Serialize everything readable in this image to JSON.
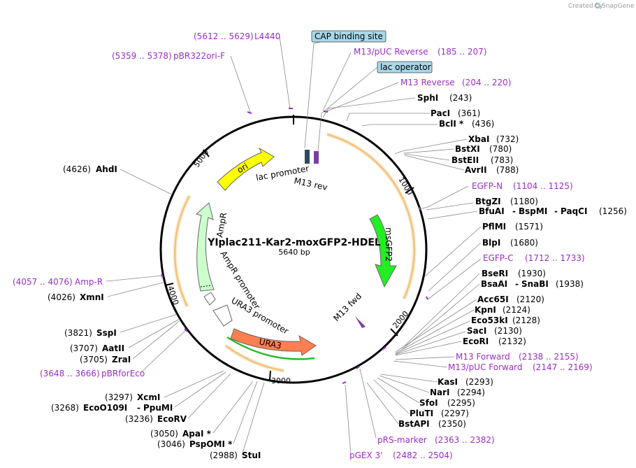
{
  "credit": "Created by",
  "credit_brand": "SnapGene",
  "plasmid": {
    "name": "YIplac211-Kar2-moxGFP2-HDEL",
    "size": "5640 bp"
  },
  "ticks": [
    "1000",
    "2000",
    "3000",
    "4000",
    "5000"
  ],
  "enzymes": [
    {
      "id": "sphi",
      "name": "SphI",
      "pos": "(243)"
    },
    {
      "id": "paci",
      "name": "PacI",
      "pos": "(361)"
    },
    {
      "id": "bcli",
      "name": "BclI *",
      "pos": "(436)"
    },
    {
      "id": "xbai",
      "name": "XbaI",
      "pos": "(732)"
    },
    {
      "id": "bstxi",
      "name": "BstXI",
      "pos": "(780)"
    },
    {
      "id": "bsteii",
      "name": "BstEII",
      "pos": "(783)"
    },
    {
      "id": "avrii",
      "name": "AvrII",
      "pos": "(788)"
    },
    {
      "id": "btgzi",
      "name": "BtgZI",
      "pos": "(1180)"
    },
    {
      "id": "bfuai",
      "name": "BfuAI",
      "name2": "BspMI",
      "name3": "PaqCI",
      "pos": "(1256)"
    },
    {
      "id": "pflmi",
      "name": "PflMI",
      "pos": "(1571)"
    },
    {
      "id": "blpi",
      "name": "BlpI",
      "pos": "(1680)"
    },
    {
      "id": "bseri",
      "name": "BseRI",
      "pos": "(1930)"
    },
    {
      "id": "bsaai",
      "name": "BsaAI",
      "name2": "SnaBI",
      "pos": "(1938)"
    },
    {
      "id": "acc65i",
      "name": "Acc65I",
      "pos": "(2120)"
    },
    {
      "id": "kpni",
      "name": "KpnI",
      "pos": "(2124)"
    },
    {
      "id": "eco53ki",
      "name": "Eco53kI",
      "pos": "(2128)"
    },
    {
      "id": "saci",
      "name": "SacI",
      "pos": "(2130)"
    },
    {
      "id": "ecori",
      "name": "EcoRI",
      "pos": "(2132)"
    },
    {
      "id": "kasi",
      "name": "KasI",
      "pos": "(2293)"
    },
    {
      "id": "nari",
      "name": "NarI",
      "pos": "(2294)"
    },
    {
      "id": "sfoi",
      "name": "SfoI",
      "pos": "(2295)"
    },
    {
      "id": "pluti",
      "name": "PluTI",
      "pos": "(2297)"
    },
    {
      "id": "bstapi",
      "name": "BstAPI",
      "pos": "(2350)"
    },
    {
      "id": "stui",
      "name": "StuI",
      "pos": "(2988)"
    },
    {
      "id": "pspomi",
      "name": "PspOMI *",
      "pos": "(3046)"
    },
    {
      "id": "apai",
      "name": "ApaI *",
      "pos": "(3050)"
    },
    {
      "id": "ecorv",
      "name": "EcoRV",
      "pos": "(3236)"
    },
    {
      "id": "eco0109i",
      "name": "EcoO109I",
      "name2": "PpuMI",
      "pos": "(3268)"
    },
    {
      "id": "xcmi",
      "name": "XcmI",
      "pos": "(3297)"
    },
    {
      "id": "zrai",
      "name": "ZraI",
      "pos": "(3705)"
    },
    {
      "id": "aatii",
      "name": "AatII",
      "pos": "(3707)"
    },
    {
      "id": "sspi",
      "name": "SspI",
      "pos": "(3821)"
    },
    {
      "id": "xmni",
      "name": "XmnI",
      "pos": "(4026)"
    },
    {
      "id": "ahdi",
      "name": "AhdI",
      "pos": "(4626)"
    }
  ],
  "primers": [
    {
      "id": "l4440",
      "name": "L4440",
      "range": "(5612 .. 5629)"
    },
    {
      "id": "pbr322ori",
      "name": "pBR322ori-F",
      "range": "(5359 .. 5378)"
    },
    {
      "id": "m13puc-rev",
      "name": "M13/pUC Reverse",
      "range": "(185 .. 207)"
    },
    {
      "id": "m13-rev",
      "name": "M13 Reverse",
      "range": "(204 .. 220)"
    },
    {
      "id": "egfp-n",
      "name": "EGFP-N",
      "range": "(1104 .. 1125)"
    },
    {
      "id": "egfp-c",
      "name": "EGFP-C",
      "range": "(1712 .. 1733)"
    },
    {
      "id": "m13-fwd",
      "name": "M13 Forward",
      "range": "(2138 .. 2155)"
    },
    {
      "id": "m13puc-fwd",
      "name": "M13/pUC Forward",
      "range": "(2147 .. 2169)"
    },
    {
      "id": "prs-marker",
      "name": "pRS-marker",
      "range": "(2363 .. 2382)"
    },
    {
      "id": "pgex3",
      "name": "pGEX 3'",
      "range": "(2482 .. 2504)"
    },
    {
      "id": "amp-r",
      "name": "Amp-R",
      "range": "(4057 .. 4076)"
    },
    {
      "id": "pbrforeco",
      "name": "pBRforEco",
      "range": "(3648 .. 3666)"
    }
  ],
  "boxed_features": [
    {
      "id": "cap",
      "label": "CAP binding site"
    },
    {
      "id": "lacop",
      "label": "lac operator"
    }
  ],
  "features": {
    "ori": "ori",
    "lac_promoter": "lac promoter",
    "m13_rev": "M13 rev",
    "msgfp2": "msGFP2",
    "m13_fwd": "M13 fwd",
    "ampr": "AmpR",
    "ampr_promoter": "AmpR promoter",
    "ura3_promoter": "URA3 promoter",
    "ura3": "URA3"
  },
  "colors": {
    "ori": "#ffff00",
    "msgfp2": "#22ee22",
    "ampr": "#ccffcc",
    "ura3": "#ff7f50",
    "primer": "#9b2ec4",
    "box_fill": "#a8d8e8",
    "orf": "#e8a23c",
    "ura3_track": "#2db82d"
  }
}
